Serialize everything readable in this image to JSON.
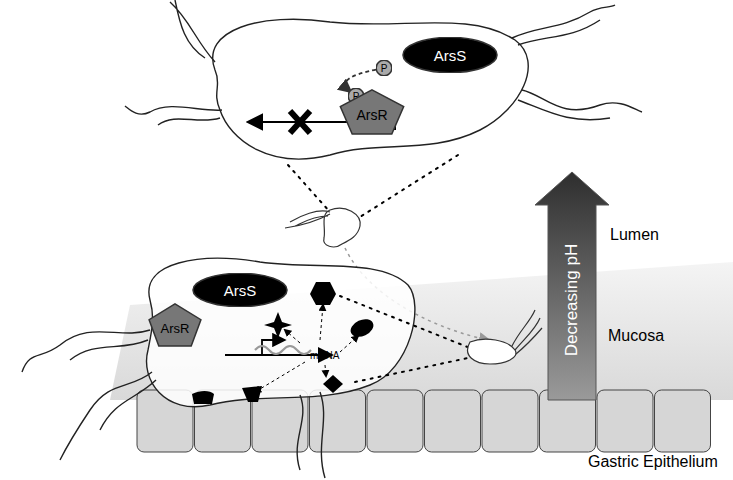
{
  "diagram": {
    "nodes": [
      {
        "text": [
          "ArsS"
        ]
      },
      {
        "text": [
          "P"
        ]
      },
      {
        "text": [
          "P"
        ]
      },
      {
        "text": [
          "ArsR"
        ]
      },
      {
        "text": [
          "ArsS"
        ]
      },
      {
        "text": [
          "ArsR"
        ]
      }
    ],
    "edges": [
      {
        "from": 1,
        "to": 2,
        "arrow": "to"
      }
    ],
    "labels": [
      "mRNA",
      "Lumen",
      "Mucosa",
      "Gastric Epithelium",
      "Decreasing pH"
    ]
  }
}
